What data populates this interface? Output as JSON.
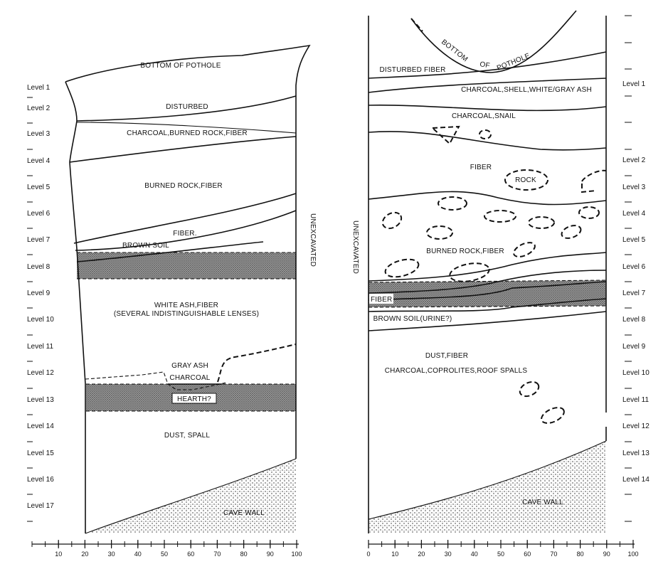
{
  "left_profile": {
    "unexcavated_label": "UNEXCAVATED",
    "levels": [
      "Level 1",
      "Level 2",
      "Level 3",
      "Level 4",
      "Level 5",
      "Level 6",
      "Level 7",
      "Level 8",
      "Level 9",
      "Level 10",
      "Level 11",
      "Level 12",
      "Level 13",
      "Level 14",
      "Level 15",
      "Level 16",
      "Level 17"
    ],
    "layers": {
      "bottom_of_pothole": "BOTTOM OF POTHOLE",
      "disturbed": "DISTURBED",
      "charcoal_burned_rock_fiber": "CHARCOAL,BURNED ROCK,FIBER",
      "burned_rock_fiber": "BURNED ROCK,FIBER",
      "fiber": "FIBER.",
      "brown_soil": "BROWN SOIL",
      "white_ash_fiber": "WHITE ASH,FIBER",
      "white_ash_note": "(SEVERAL INDISTINGUISHABLE LENSES)",
      "gray_ash": "GRAY ASH",
      "charcoal": "CHARCOAL",
      "hearth": "HEARTH?",
      "dust_spall": "DUST, SPALL",
      "cave_wall": "CAVE WALL"
    },
    "axis_ticks": [
      "10",
      "20",
      "30",
      "40",
      "50",
      "60",
      "70",
      "80",
      "90",
      "100"
    ]
  },
  "right_profile": {
    "unexcavated_label": "UNEXCAVATED",
    "levels": [
      "Level 1",
      "Level 2",
      "Level 3",
      "Level 4",
      "Level 5",
      "Level 6",
      "Level 7",
      "Level 8",
      "Level 9",
      "Level 10",
      "Level 11",
      "Level 12",
      "Level 13",
      "Level 14"
    ],
    "layers": {
      "bottom_of_pothole": "BOTTOM OF POTHOLE",
      "disturbed_fiber": "DISTURBED FIBER",
      "charcoal_shell_ash": "CHARCOAL,SHELL,WHITE/GRAY ASH",
      "charcoal_snail": "CHARCOAL,SNAIL",
      "fiber": "FIBER",
      "rock": "ROCK",
      "burned_rock_fiber": "BURNED ROCK,FIBER",
      "fiber_band": "FIBER",
      "brown_soil": "BROWN SOIL(URINE?)",
      "dust_fiber": "DUST,FIBER",
      "charcoal_coprolites": "CHARCOAL,COPROLITES,ROOF SPALLS",
      "cave_wall": "CAVE WALL"
    },
    "axis_ticks": [
      "0",
      "10",
      "20",
      "30",
      "40",
      "50",
      "60",
      "70",
      "80",
      "90",
      "100"
    ]
  }
}
